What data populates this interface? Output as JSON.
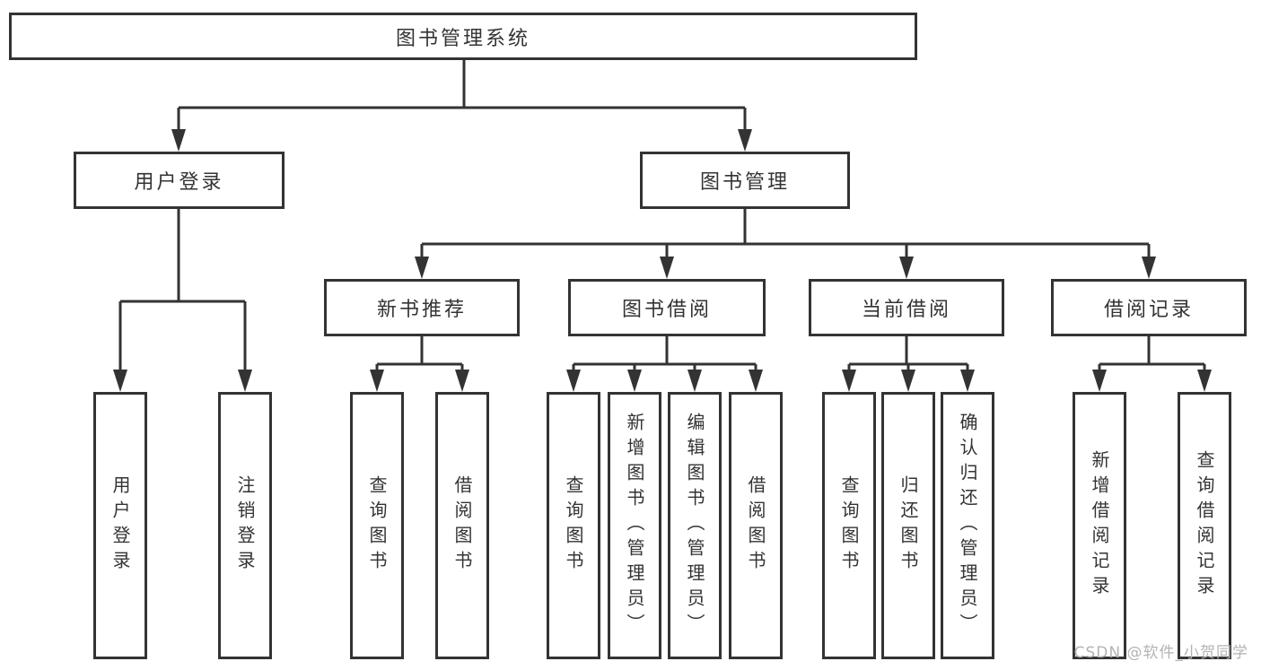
{
  "tree": {
    "root": {
      "label": "图书管理系统",
      "children": [
        {
          "label": "用户登录",
          "children": [
            {
              "label": "用户登录"
            },
            {
              "label": "注销登录"
            }
          ]
        },
        {
          "label": "图书管理",
          "children": [
            {
              "label": "新书推荐",
              "children": [
                {
                  "label": "查询图书"
                },
                {
                  "label": "借阅图书"
                }
              ]
            },
            {
              "label": "图书借阅",
              "children": [
                {
                  "label": "查询图书"
                },
                {
                  "label": "新增图书（管理员）"
                },
                {
                  "label": "编辑图书（管理员）"
                },
                {
                  "label": "借阅图书"
                }
              ]
            },
            {
              "label": "当前借阅",
              "children": [
                {
                  "label": "查询图书"
                },
                {
                  "label": "归还图书"
                },
                {
                  "label": "确认归还（管理员）"
                }
              ]
            },
            {
              "label": "借阅记录",
              "children": [
                {
                  "label": "新增借阅记录"
                },
                {
                  "label": "查询借阅记录"
                }
              ]
            }
          ]
        }
      ]
    }
  },
  "watermark": {
    "text": "CSDN @软件_小贺同学"
  },
  "colors": {
    "line": "#333333",
    "box_border": "#333333",
    "text": "#333333",
    "background": "#ffffff",
    "watermark": "#b3b3b3"
  }
}
